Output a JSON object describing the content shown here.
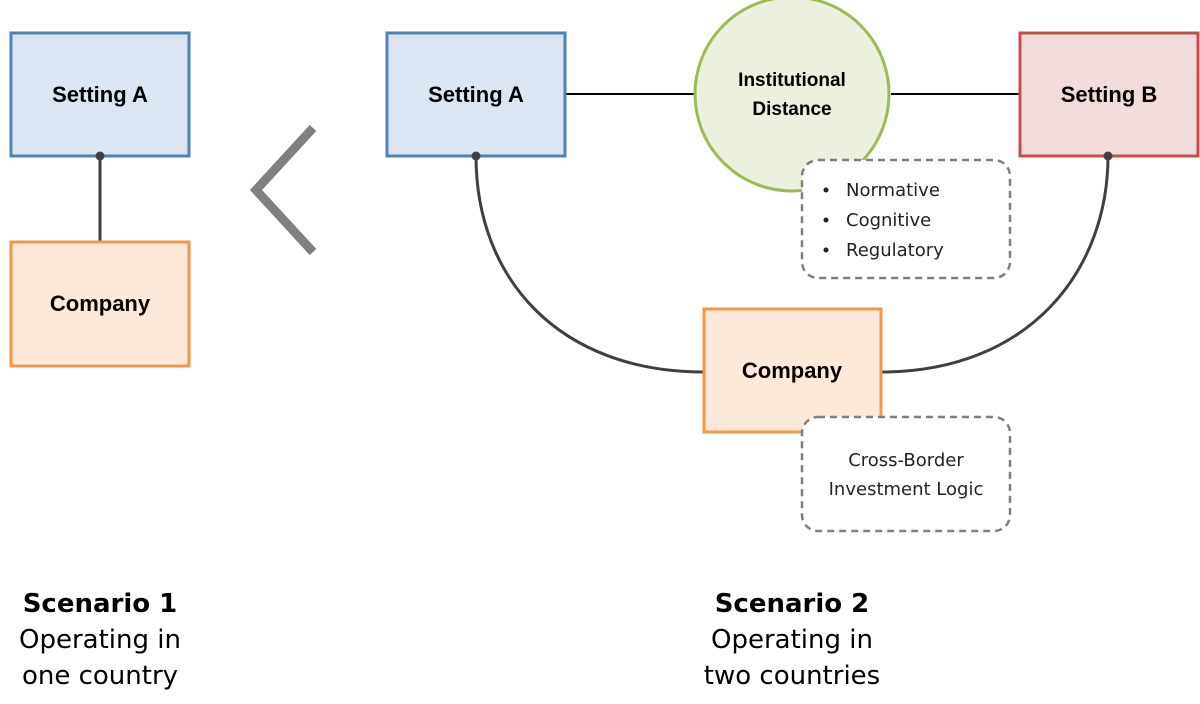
{
  "scenario1": {
    "setting_a": "Setting A",
    "company": "Company",
    "title": "Scenario 1",
    "desc_line1": "Operating in",
    "desc_line2": "one country"
  },
  "scenario2": {
    "setting_a": "Setting A",
    "institutional_distance_line1": "Institutional",
    "institutional_distance_line2": "Distance",
    "setting_b": "Setting B",
    "distance_dimensions": [
      "Normative",
      "Cognitive",
      "Regulatory"
    ],
    "company": "Company",
    "logic_line1": "Cross-Border",
    "logic_line2": "Investment Logic",
    "title": "Scenario 2",
    "desc_line1": "Operating in",
    "desc_line2": "two countries"
  },
  "colors": {
    "setting_a_fill": "#dce6f2",
    "setting_a_stroke": "#4f81bd",
    "setting_b_fill": "#f2dcdb",
    "setting_b_stroke": "#c0504d",
    "company_fill": "#fde9d9",
    "company_stroke": "#f79646",
    "distance_fill": "#ebf1de",
    "distance_stroke": "#9bbb59",
    "note_stroke": "#7f7f7f",
    "connector": "#404040",
    "comparison_sign": "#808080"
  },
  "icons": {
    "comparison": "less-than-sign-icon"
  }
}
